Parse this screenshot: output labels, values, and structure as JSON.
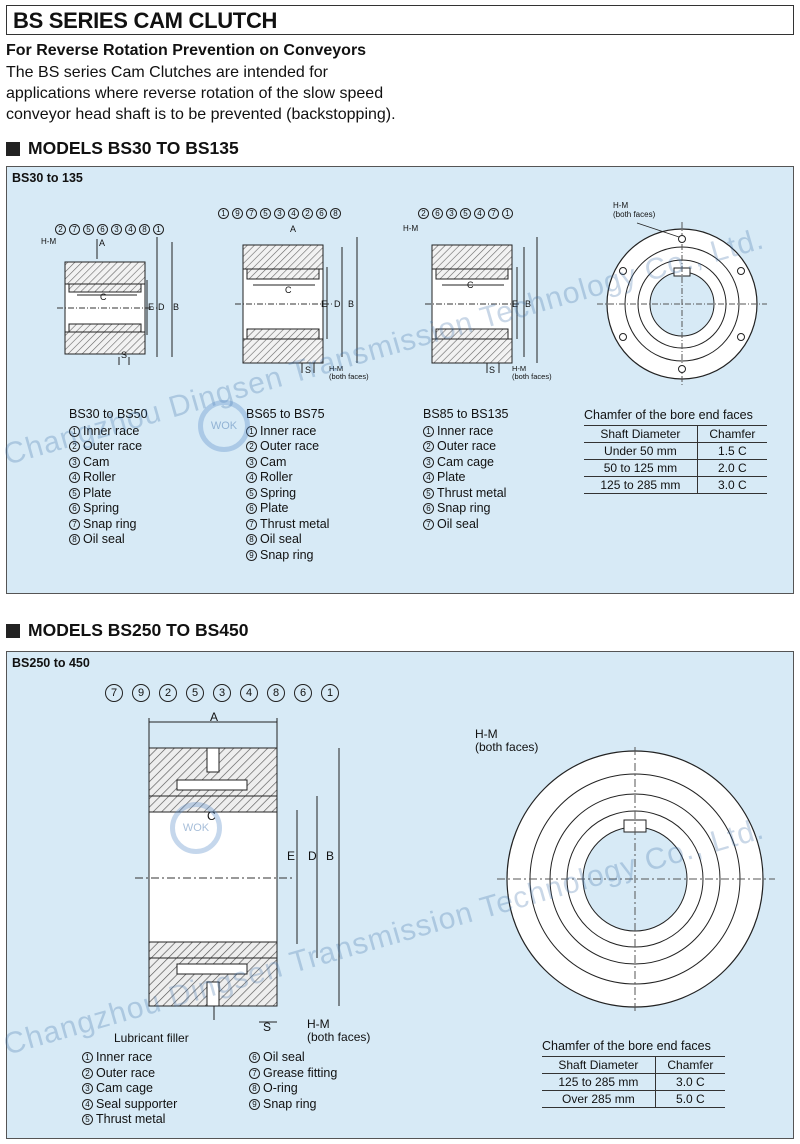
{
  "header": {
    "title": "BS SERIES CAM CLUTCH"
  },
  "intro": {
    "subtitle": "For Reverse Rotation Prevention on Conveyors",
    "lines": [
      "The BS series Cam Clutches are intended for",
      "applications where reverse rotation of the slow speed",
      "conveyor head shaft is to be prevented (backstopping)."
    ]
  },
  "section1": {
    "heading": "MODELS BS30 TO BS135",
    "panel_label": "BS30 to 135",
    "callouts_a": [
      "2",
      "7",
      "5",
      "6",
      "3",
      "4",
      "8",
      "1"
    ],
    "callouts_b": [
      "1",
      "9",
      "7",
      "5",
      "3",
      "4",
      "2",
      "6",
      "8"
    ],
    "callouts_c": [
      "2",
      "6",
      "3",
      "5",
      "4",
      "7",
      "1"
    ],
    "dims": {
      "a": "A",
      "b": "B",
      "c": "C",
      "d": "D",
      "e": "E",
      "s": "S",
      "hm": "H-M",
      "hm_faces": "(both faces)"
    },
    "lists": [
      {
        "title": "BS30 to BS50",
        "items": [
          {
            "n": "1",
            "t": "Inner race"
          },
          {
            "n": "2",
            "t": "Outer race"
          },
          {
            "n": "3",
            "t": "Cam"
          },
          {
            "n": "4",
            "t": "Roller"
          },
          {
            "n": "5",
            "t": "Plate"
          },
          {
            "n": "6",
            "t": "Spring"
          },
          {
            "n": "7",
            "t": "Snap ring"
          },
          {
            "n": "8",
            "t": "Oil seal"
          }
        ]
      },
      {
        "title": "BS65 to BS75",
        "items": [
          {
            "n": "1",
            "t": "Inner race"
          },
          {
            "n": "2",
            "t": "Outer race"
          },
          {
            "n": "3",
            "t": "Cam"
          },
          {
            "n": "4",
            "t": "Roller"
          },
          {
            "n": "5",
            "t": "Spring"
          },
          {
            "n": "6",
            "t": "Plate"
          },
          {
            "n": "7",
            "t": "Thrust metal"
          },
          {
            "n": "8",
            "t": "Oil seal"
          },
          {
            "n": "9",
            "t": "Snap ring"
          }
        ]
      },
      {
        "title": "BS85 to BS135",
        "items": [
          {
            "n": "1",
            "t": "Inner race"
          },
          {
            "n": "2",
            "t": "Outer race"
          },
          {
            "n": "3",
            "t": "Cam cage"
          },
          {
            "n": "4",
            "t": "Plate"
          },
          {
            "n": "5",
            "t": "Thrust metal"
          },
          {
            "n": "6",
            "t": "Snap ring"
          },
          {
            "n": "7",
            "t": "Oil seal"
          }
        ]
      }
    ],
    "chamfer": {
      "caption": "Chamfer of the bore end faces",
      "headers": [
        "Shaft Diameter",
        "Chamfer"
      ],
      "rows": [
        [
          "Under 50 mm",
          "1.5 C"
        ],
        [
          "50 to 125 mm",
          "2.0 C"
        ],
        [
          "125 to 285 mm",
          "3.0 C"
        ]
      ]
    }
  },
  "section2": {
    "heading": "MODELS BS250 TO BS450",
    "panel_label": "BS250 to 450",
    "callouts": [
      "7",
      "9",
      "2",
      "5",
      "3",
      "4",
      "8",
      "6",
      "1"
    ],
    "dims": {
      "a": "A",
      "b": "B",
      "c": "C",
      "d": "D",
      "e": "E",
      "s": "S",
      "hm": "H-M",
      "hm_faces": "(both faces)",
      "lub": "Lubricant filler"
    },
    "lists": [
      {
        "items": [
          {
            "n": "1",
            "t": "Inner race"
          },
          {
            "n": "2",
            "t": "Outer race"
          },
          {
            "n": "3",
            "t": "Cam cage"
          },
          {
            "n": "4",
            "t": "Seal supporter"
          },
          {
            "n": "5",
            "t": "Thrust metal"
          }
        ]
      },
      {
        "items": [
          {
            "n": "6",
            "t": "Oil seal"
          },
          {
            "n": "7",
            "t": "Grease fitting"
          },
          {
            "n": "8",
            "t": "O-ring"
          },
          {
            "n": "9",
            "t": "Snap ring"
          }
        ]
      }
    ],
    "chamfer": {
      "caption": "Chamfer of the bore end faces",
      "headers": [
        "Shaft Diameter",
        "Chamfer"
      ],
      "rows": [
        [
          "125 to 285 mm",
          "3.0 C"
        ],
        [
          "Over 285 mm",
          "5.0 C"
        ]
      ]
    }
  },
  "watermark": {
    "lines": [
      "Changzhou Dingsen Transmission Technology Co., Ltd.",
      "Changzhou Dingsen Transmission Technology Co., Ltd."
    ],
    "logo": "WOK"
  }
}
